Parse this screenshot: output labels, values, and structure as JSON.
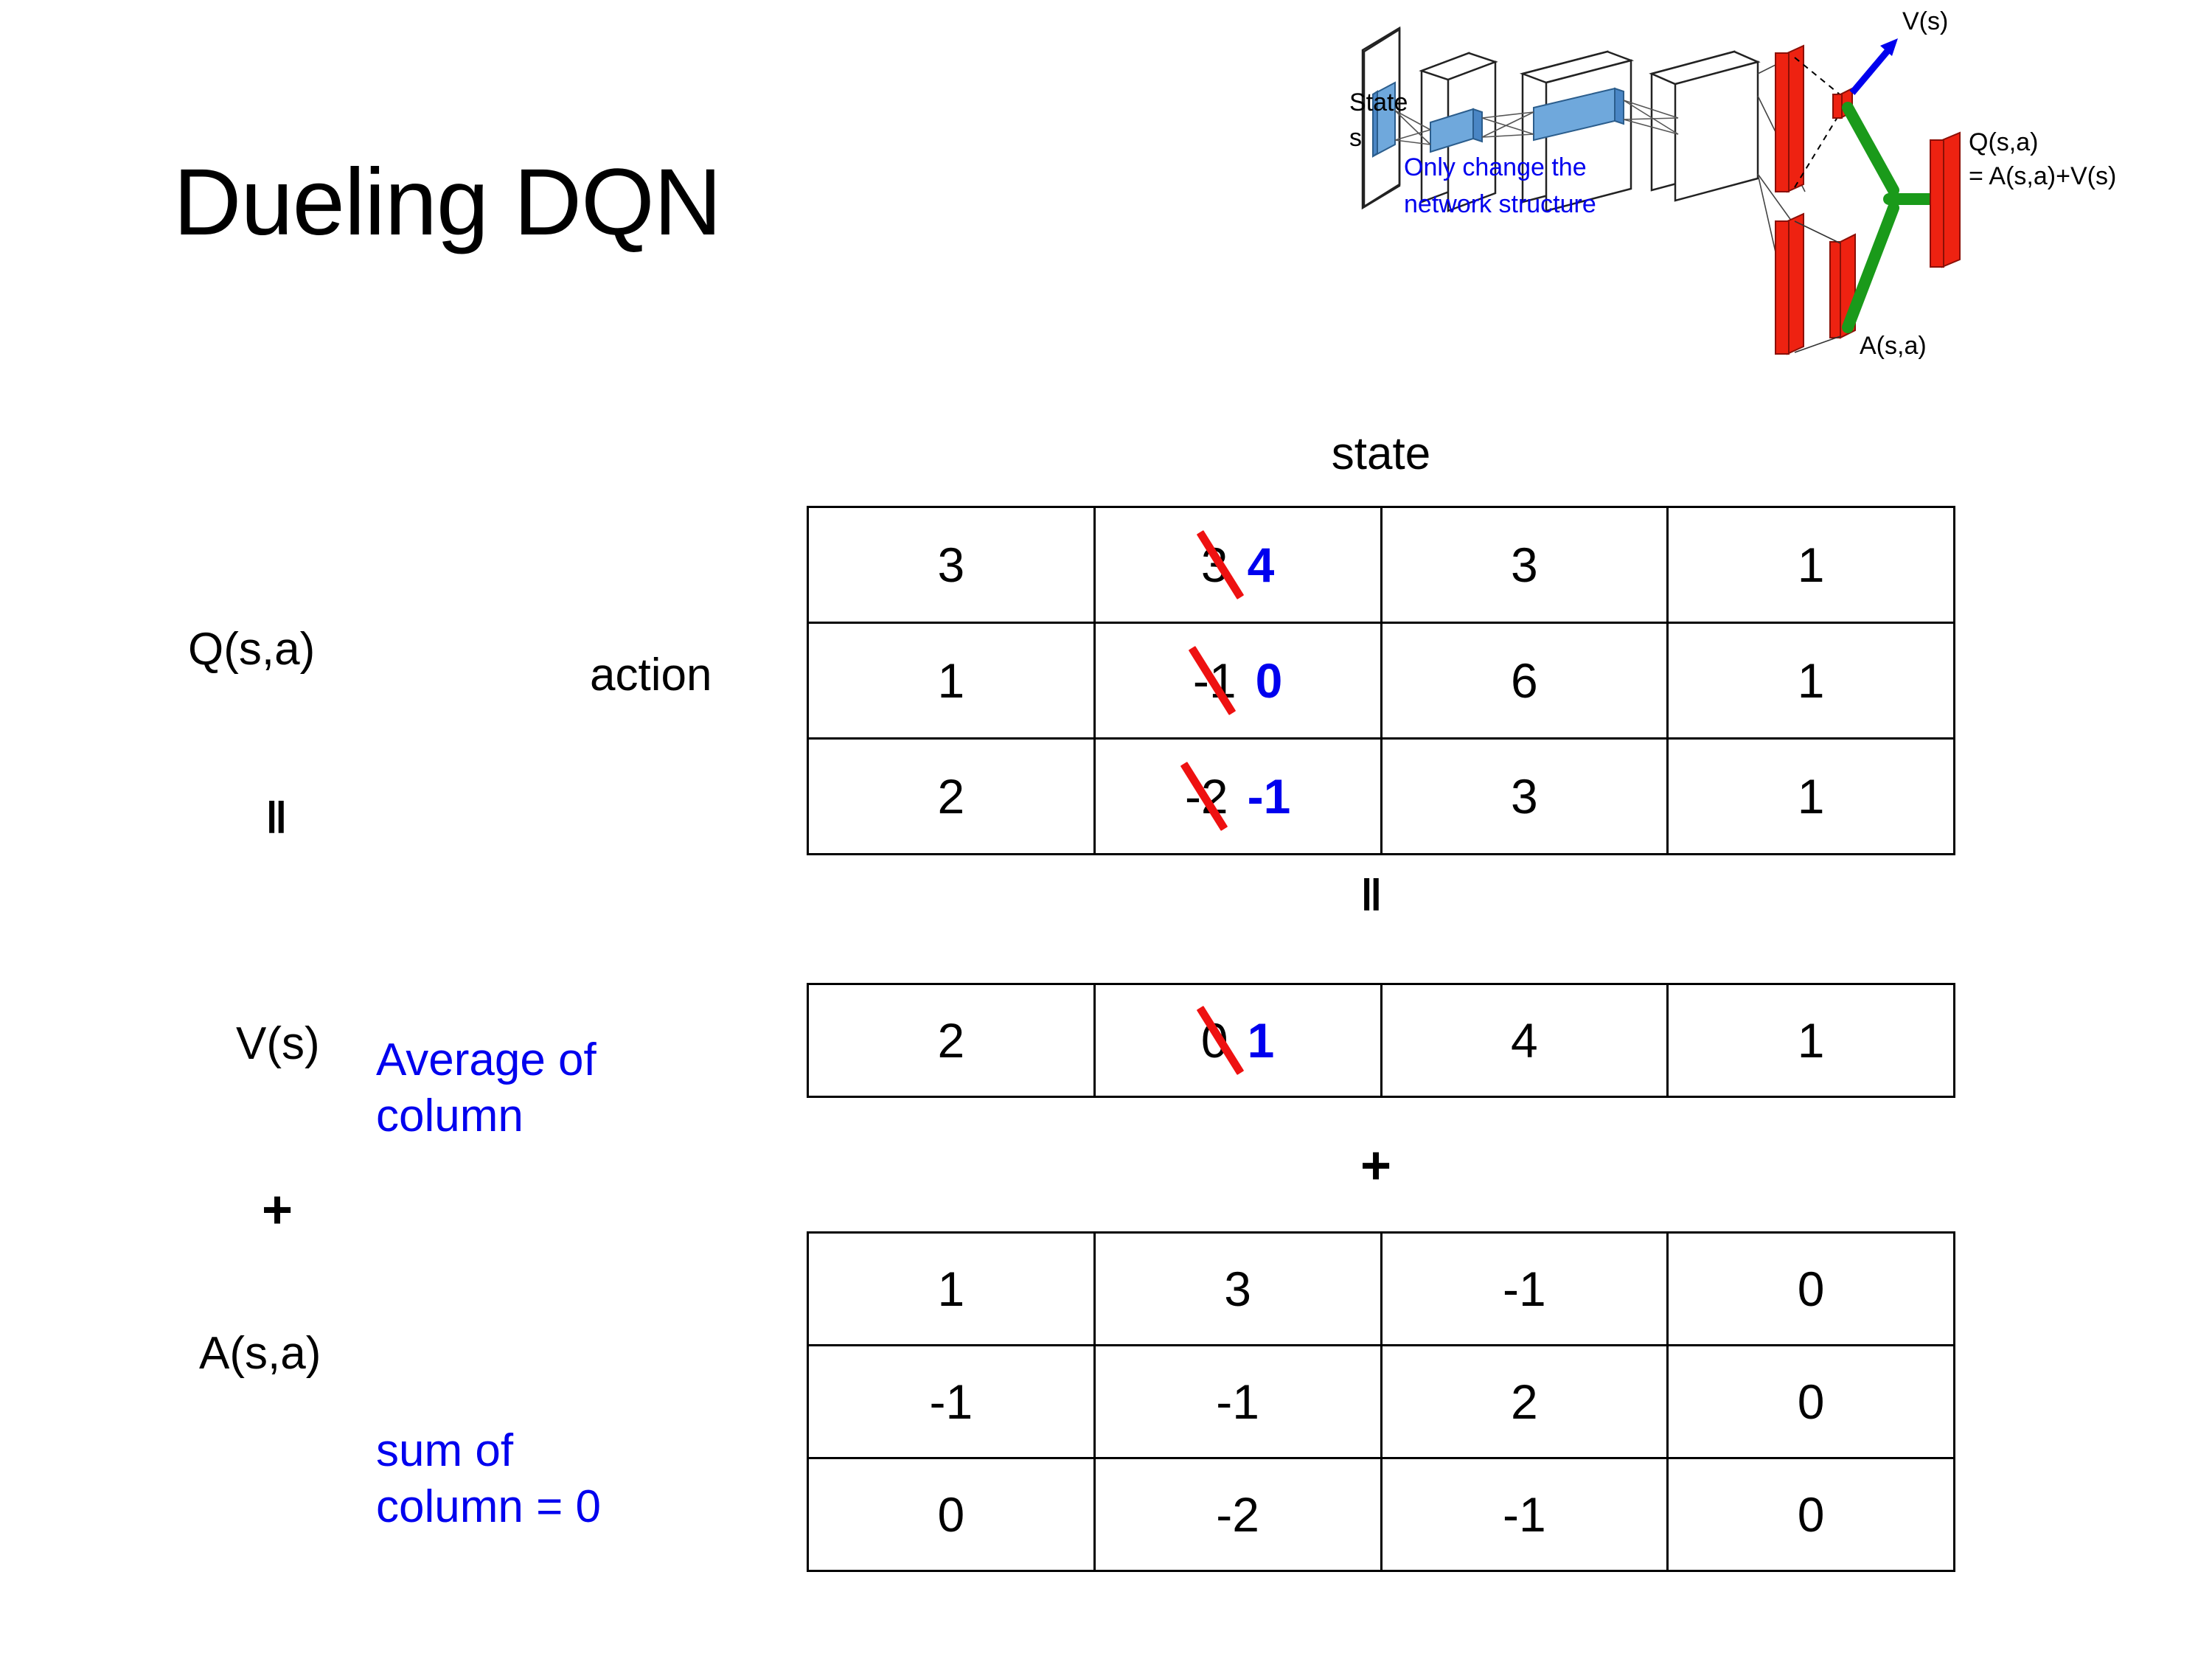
{
  "title": "Dueling DQN",
  "diagram": {
    "state_label_line1": "State",
    "state_label_line2": "s",
    "note_line1": "Only change the",
    "note_line2": "network structure",
    "value_label": "V(s)",
    "advantage_label": "A(s,a)",
    "q_label_line1": "Q(s,a)",
    "q_label_line2": "= A(s,a)+V(s)",
    "colors": {
      "note": "#0000ee",
      "value_arrow": "#0000ee",
      "merge": "#1a9a1a",
      "output_bars": "#ee2211",
      "conv_blocks": "#6fa8dc"
    }
  },
  "labels": {
    "q_function": "Q(s,a)",
    "v_function": "V(s)",
    "a_function": "A(s,a)",
    "action_axis": "action",
    "state_axis": "state",
    "equals_top": "‖",
    "equals_mid": "‖",
    "plus_left": "+",
    "plus_mid": "+",
    "note_average_line1": "Average of",
    "note_average_line2": "column",
    "note_sum_line1": "sum of",
    "note_sum_line2": "column = 0",
    "annotation_color": "#0000ee",
    "strike_color": "#ee1111"
  },
  "chart_data": {
    "type": "table",
    "title": "Dueling DQN value decomposition",
    "xlabel": "state",
    "ylabel": "action",
    "tables": [
      {
        "name": "Q(s,a)",
        "rows": [
          [
            "3",
            "3",
            "3",
            "1"
          ],
          [
            "1",
            "-1",
            "6",
            "1"
          ],
          [
            "2",
            "-2",
            "3",
            "1"
          ]
        ],
        "edits": [
          {
            "row": 0,
            "col": 1,
            "old": "3",
            "new": "4"
          },
          {
            "row": 1,
            "col": 1,
            "old": "-1",
            "new": "0"
          },
          {
            "row": 2,
            "col": 1,
            "old": "-2",
            "new": "-1"
          }
        ]
      },
      {
        "name": "V(s)",
        "rows": [
          [
            "2",
            "0",
            "4",
            "1"
          ]
        ],
        "edits": [
          {
            "row": 0,
            "col": 1,
            "old": "0",
            "new": "1"
          }
        ]
      },
      {
        "name": "A(s,a)",
        "rows": [
          [
            "1",
            "3",
            "-1",
            "0"
          ],
          [
            "-1",
            "-1",
            "2",
            "0"
          ],
          [
            "0",
            "-2",
            "-1",
            "0"
          ]
        ],
        "edits": []
      }
    ]
  }
}
